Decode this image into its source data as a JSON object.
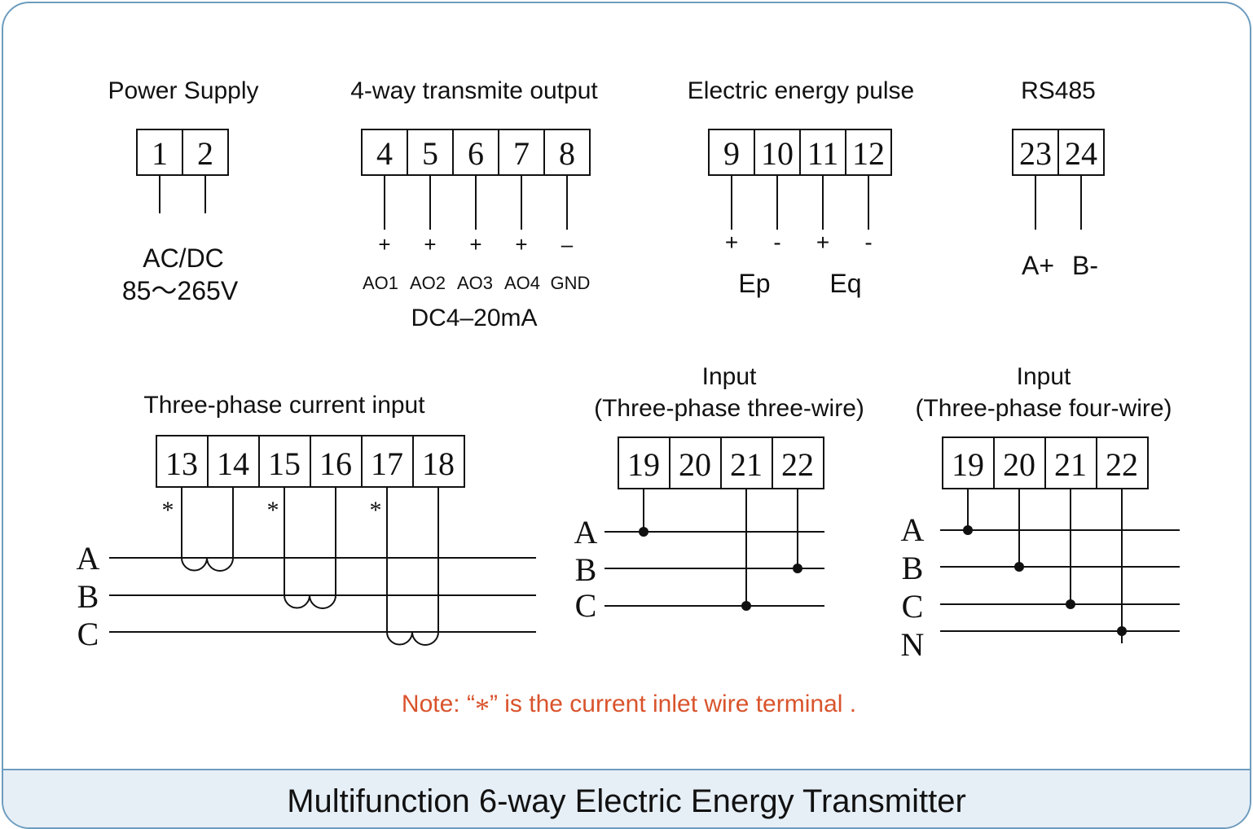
{
  "footer_title": "Multifunction 6-way Electric Energy Transmitter",
  "power_supply": {
    "title": "Power Supply",
    "terminals": [
      "1",
      "2"
    ],
    "label_line1": "AC/DC",
    "label_line2": "85～265V"
  },
  "transmit_output": {
    "title": "4-way transmite output",
    "terminals": [
      "4",
      "5",
      "6",
      "7",
      "8"
    ],
    "polarity": [
      "+",
      "+",
      "+",
      "+",
      "–"
    ],
    "labels": [
      "AO1",
      "AO2",
      "AO3",
      "AO4",
      "GND"
    ],
    "range": "DC4–20mA"
  },
  "energy_pulse": {
    "title": "Electric energy pulse",
    "terminals": [
      "9",
      "10",
      "11",
      "12"
    ],
    "polarity": [
      "+",
      "-",
      "+",
      "-"
    ],
    "labels": [
      "Ep",
      "Eq"
    ]
  },
  "rs485": {
    "title": "RS485",
    "terminals": [
      "23",
      "24"
    ],
    "labels": [
      "A+",
      "B-"
    ]
  },
  "current_input": {
    "title": "Three-phase current input",
    "terminals": [
      "13",
      "14",
      "15",
      "16",
      "17",
      "18"
    ],
    "mark": "*",
    "phases": [
      "A",
      "B",
      "C"
    ]
  },
  "input_three_wire": {
    "title_line1": "Input",
    "title_line2": "(Three-phase three-wire)",
    "terminals": [
      "19",
      "20",
      "21",
      "22"
    ],
    "phases": [
      "A",
      "B",
      "C"
    ]
  },
  "input_four_wire": {
    "title_line1": "Input",
    "title_line2": "(Three-phase four-wire)",
    "terminals": [
      "19",
      "20",
      "21",
      "22"
    ],
    "phases": [
      "A",
      "B",
      "C",
      "N"
    ]
  },
  "note": {
    "prefix": "Note: “",
    "symbol": "*",
    "suffix": "” is  the current inlet wire terminal .",
    "color": "#d9532c"
  },
  "colors": {
    "frame_border": "#6d9cbe",
    "footer_background": "#e6eef6"
  }
}
